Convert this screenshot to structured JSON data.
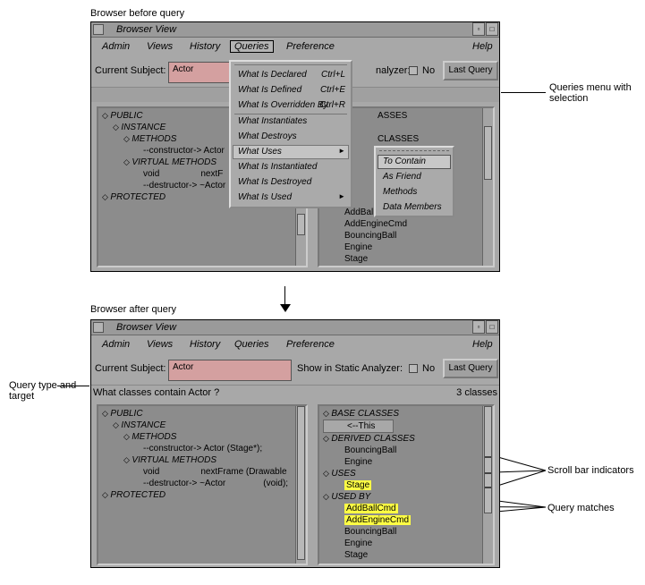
{
  "captions": {
    "top": "Browser before query",
    "bottom": "Browser after query",
    "queries_menu_note": "Queries menu with selection",
    "query_type_note": "Query type and target",
    "scroll_note": "Scroll bar indicators",
    "matches_note": "Query matches"
  },
  "window": {
    "title": "Browser View",
    "menus": {
      "admin": "Admin",
      "views": "Views",
      "history": "History",
      "queries": "Queries",
      "preference": "Preference",
      "help": "Help"
    }
  },
  "subject_row": {
    "label": "Current Subject:",
    "value": "Actor",
    "show_label_partial": "nalyzer:",
    "show_label": "Show in Static Analyzer:",
    "no": "No",
    "last_query": "Last Query"
  },
  "queries_menu": {
    "items": [
      {
        "label": "What Is Declared",
        "accel": "Ctrl+L"
      },
      {
        "label": "What Is Defined",
        "accel": "Ctrl+E"
      },
      {
        "label": "What Is Overridden By",
        "accel": "Ctrl+R"
      },
      {
        "label": "What Instantiates",
        "accel": ""
      },
      {
        "label": "What Destroys",
        "accel": ""
      },
      {
        "label": "What Uses",
        "accel": "►"
      },
      {
        "label": "What Is Instantiated",
        "accel": ""
      },
      {
        "label": "What Is Destroyed",
        "accel": ""
      },
      {
        "label": "What Is Used",
        "accel": "►"
      }
    ]
  },
  "uses_submenu": {
    "items": [
      "To Contain",
      "As Friend",
      "Methods",
      "Data Members"
    ]
  },
  "top_left_tree": {
    "public": "PUBLIC",
    "instance": "INSTANCE",
    "methods": "METHODS",
    "ctor": "--constructor-> Actor",
    "virtual": "VIRTUAL METHODS",
    "void": "void",
    "nextframe": "nextF",
    "dtor": "--destructor-> ~Actor",
    "protected": "PROTECTED"
  },
  "top_right_tree": {
    "base_partial": "ASSES",
    "derived_partial": "CLASSES",
    "items": [
      "AddBall",
      "AddEngineCmd",
      "BouncingBall",
      "Engine",
      "Stage"
    ]
  },
  "query_bar": {
    "question": "What classes contain Actor ?",
    "count": "3 classes"
  },
  "bottom_left_tree": {
    "public": "PUBLIC",
    "instance": "INSTANCE",
    "methods": "METHODS",
    "ctor": "--constructor-> Actor (Stage*);",
    "virtual": "VIRTUAL METHODS",
    "void1": "void",
    "nextframe": "nextFrame (Drawable",
    "dtor": "--destructor-> ~Actor",
    "void2": "(void);",
    "protected": "PROTECTED"
  },
  "bottom_right_tree": {
    "base": "BASE CLASSES",
    "this": "<--This",
    "derived": "DERIVED CLASSES",
    "bb": "BouncingBall",
    "engine": "Engine",
    "uses": "USES",
    "stage": "Stage",
    "used_by": "USED BY",
    "addball": "AddBallCmd",
    "addengine": "AddEngineCmd",
    "bb2": "BouncingBall",
    "engine2": "Engine",
    "stage2": "Stage"
  },
  "colors": {
    "window": "#a8a8a8",
    "pane": "#8c8c8c",
    "subject_field": "#d4a0a0",
    "highlight": "#ffff44"
  }
}
